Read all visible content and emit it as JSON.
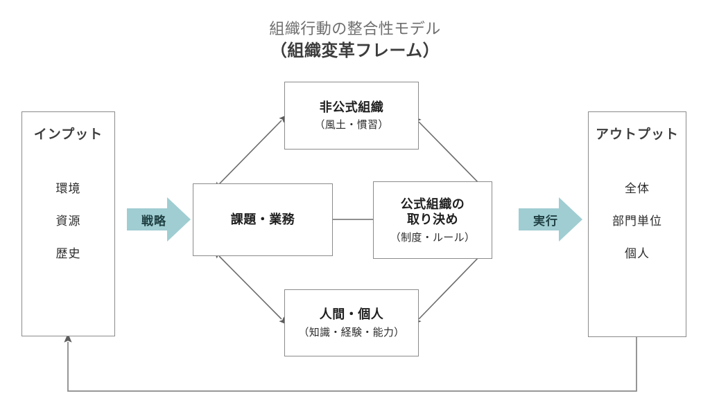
{
  "title": {
    "line1": "組織行動の整合性モデル",
    "line2": "（組織変革フレーム）"
  },
  "input_panel": {
    "heading": "インプット",
    "items": [
      "環境",
      "資源",
      "歴史"
    ]
  },
  "output_panel": {
    "heading": "アウトプット",
    "items": [
      "全体",
      "部門単位",
      "個人"
    ]
  },
  "process_arrows": {
    "strategy": "戦略",
    "execution": "実行"
  },
  "nodes": [
    {
      "id": "informal",
      "title": "非公式組織",
      "sub": "（風土・慣習）"
    },
    {
      "id": "task",
      "title": "課題・業務",
      "sub": ""
    },
    {
      "id": "formal",
      "title": "公式組織の\n取り決め",
      "sub": "（制度・ルール）"
    },
    {
      "id": "people",
      "title": "人間・個人",
      "sub": "（知識・経験・能力）"
    }
  ],
  "colors": {
    "teal_arrow": "#9fcdd2",
    "box_border": "#8a8a8a",
    "connector": "#6b6b6b",
    "title_light": "#6e6e6e",
    "title_dark": "#3c3c3c"
  }
}
